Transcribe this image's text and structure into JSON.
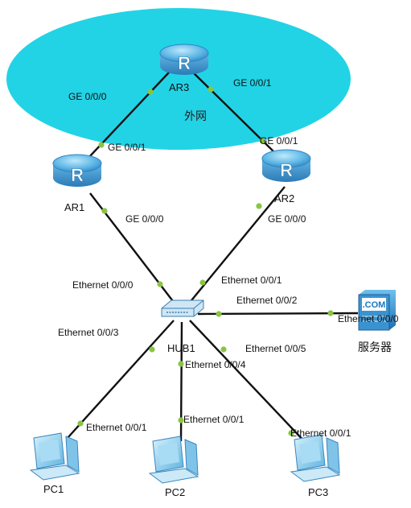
{
  "cloud": {
    "label": "外网",
    "color": "#22d3e6"
  },
  "link_color": "#111111",
  "port_dot_color": "#88c542",
  "devices": {
    "ar3": {
      "name": "AR3",
      "glyph": "R"
    },
    "ar1": {
      "name": "AR1",
      "glyph": "R"
    },
    "ar2": {
      "name": "AR2",
      "glyph": "R"
    },
    "hub": {
      "name": "HUB1"
    },
    "server": {
      "name": "服务器",
      "badge": ".COM"
    },
    "pc1": {
      "name": "PC1"
    },
    "pc2": {
      "name": "PC2"
    },
    "pc3": {
      "name": "PC3"
    }
  },
  "ports": {
    "ar3_left": "GE 0/0/0",
    "ar3_right": "GE 0/0/1",
    "ar1_top": "GE 0/0/1",
    "ar2_top": "GE 0/0/1",
    "ar1_bottom": "GE 0/0/0",
    "ar2_bottom": "GE 0/0/0",
    "hub_ar1": "Ethernet 0/0/0",
    "hub_ar2": "Ethernet 0/0/1",
    "hub_server": "Ethernet 0/0/2",
    "server_port": "Ethernet 0/0/0",
    "hub_pc1": "Ethernet 0/0/3",
    "hub_pc2": "Ethernet 0/0/4",
    "hub_pc3": "Ethernet 0/0/5",
    "pc1_port": "Ethernet 0/0/1",
    "pc2_port": "Ethernet 0/0/1",
    "pc3_port": "Ethernet 0/0/1"
  }
}
